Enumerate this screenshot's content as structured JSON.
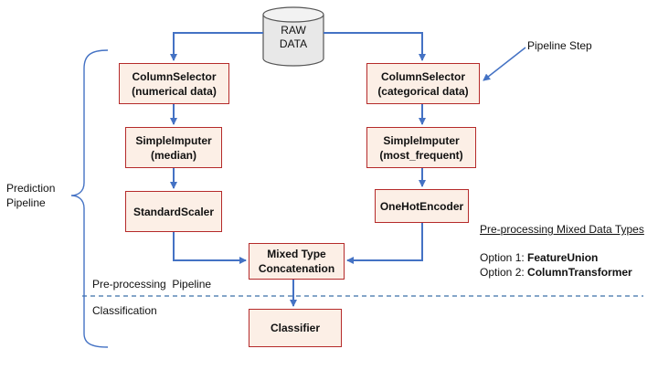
{
  "database": {
    "line1": "RAW",
    "line2": "DATA"
  },
  "boxes": {
    "cs_num": [
      "ColumnSelector",
      "(numerical data)"
    ],
    "cs_cat": [
      "ColumnSelector",
      "(categorical data)"
    ],
    "imp_median": [
      "SimpleImputer",
      "(median)"
    ],
    "imp_freq": [
      "SimpleImputer",
      "(most_frequent)"
    ],
    "scaler": [
      "StandardScaler"
    ],
    "onehot": [
      "OneHotEncoder"
    ],
    "concat": [
      "Mixed Type",
      "Concatenation"
    ],
    "classifier": [
      "Classifier"
    ]
  },
  "labels": {
    "pipeline_step": "Pipeline Step",
    "prediction_line1": "Prediction",
    "prediction_line2": "Pipeline",
    "preprocessing_pipeline": "Pre-processing  Pipeline",
    "classification": "Classification",
    "mixed_title": "Pre-processing Mixed Data Types",
    "option1_prefix": "Option 1: ",
    "option1_value": "FeatureUnion",
    "option2_prefix": "Option 2: ",
    "option2_value": "ColumnTransformer"
  },
  "colors": {
    "box_fill": "#fcefe6",
    "box_border": "#b52a2a",
    "arrow": "#4472c4",
    "db_fill": "#e8e8e8"
  }
}
